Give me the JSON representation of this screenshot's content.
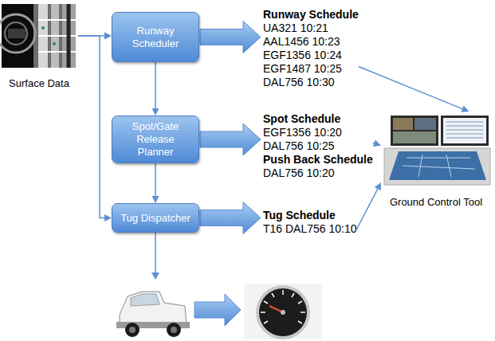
{
  "diagram": {
    "nodes": [
      {
        "text": [
          "Surface Data"
        ]
      },
      {
        "text": [
          "Runway Scheduler"
        ]
      },
      {
        "text": [
          "Runway Schedule",
          "UA321 10:21",
          "AAL1456 10:23",
          "EGF1356 10:24",
          "EGF1487 10:25",
          "DAL756 10:30"
        ]
      },
      {
        "text": [
          "Spot/Gate Release Planner"
        ]
      },
      {
        "text": [
          "Spot Schedule",
          "EGF1356 10:20",
          "DAL756 10:25",
          "Push Back Schedule",
          "DAL756 10:20"
        ]
      },
      {
        "text": [
          "Ground Control Tool"
        ]
      },
      {
        "text": [
          "Tug Dispatcher"
        ]
      },
      {
        "text": [
          "Tug Schedule",
          "T16 DAL756 10:10"
        ]
      }
    ],
    "edges": [
      {
        "from": 0,
        "to": 1,
        "arrow": "to"
      },
      {
        "from": 0,
        "to": 6,
        "arrow": "to"
      },
      {
        "from": 1,
        "to": 3,
        "arrow": "to"
      },
      {
        "from": 3,
        "to": 6,
        "arrow": "to"
      },
      {
        "from": 1,
        "to": 2,
        "arrow": "to"
      },
      {
        "from": 3,
        "to": 4,
        "arrow": "to"
      },
      {
        "from": 6,
        "to": 7,
        "arrow": "to"
      },
      {
        "from": 2,
        "to": 5,
        "arrow": "to"
      },
      {
        "from": 4,
        "to": 5,
        "arrow": "to"
      },
      {
        "from": 7,
        "to": 5,
        "arrow": "to"
      }
    ]
  }
}
